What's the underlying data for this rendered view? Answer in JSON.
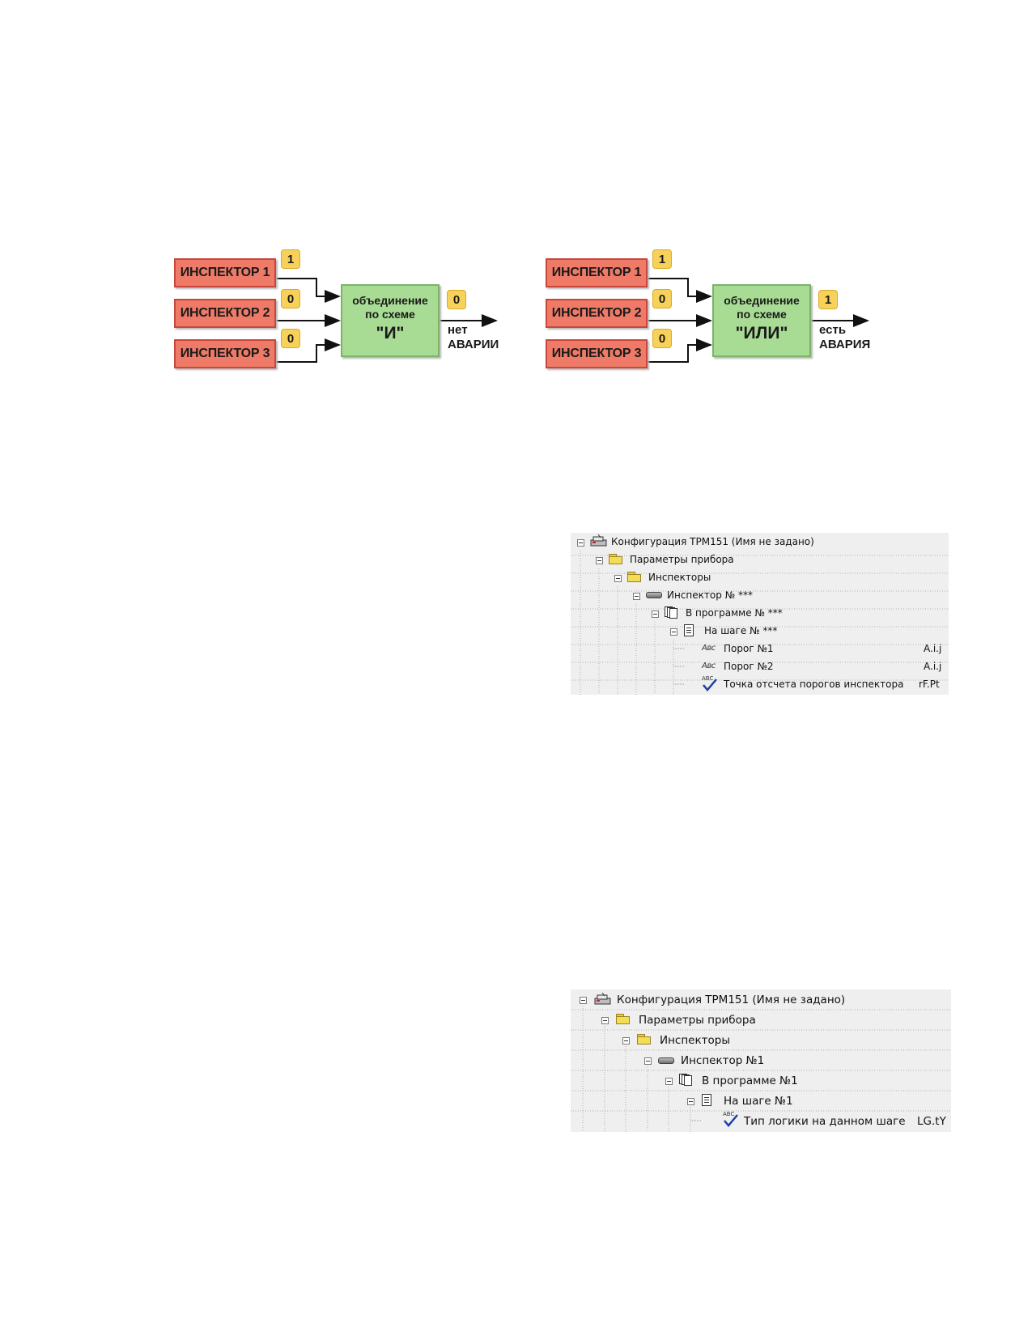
{
  "diagrams": [
    {
      "inspectors": [
        "ИНСПЕКТОР 1",
        "ИНСПЕКТОР 2",
        "ИНСПЕКТОР 3"
      ],
      "input_values": [
        "1",
        "0",
        "0"
      ],
      "combiner_line1": "объединение",
      "combiner_line2": "по схеме",
      "combiner_type": "\"И\"",
      "output_value": "0",
      "result_line1": "нет",
      "result_line2": "АВАРИИ"
    },
    {
      "inspectors": [
        "ИНСПЕКТОР 1",
        "ИНСПЕКТОР 2",
        "ИНСПЕКТОР 3"
      ],
      "input_values": [
        "1",
        "0",
        "0"
      ],
      "combiner_line1": "объединение",
      "combiner_line2": "по схеме",
      "combiner_type": "\"ИЛИ\"",
      "output_value": "1",
      "result_line1": "есть",
      "result_line2": "АВАРИЯ"
    }
  ],
  "tree1": {
    "rows": [
      {
        "icon": "config-icon",
        "label": "Конфигурация ТРМ151 (Имя не задано)",
        "value": ""
      },
      {
        "icon": "folder-icon",
        "label": "Параметры прибора",
        "value": ""
      },
      {
        "icon": "folder-icon",
        "label": "Инспекторы",
        "value": ""
      },
      {
        "icon": "device-icon",
        "label": "Инспектор № ***",
        "value": ""
      },
      {
        "icon": "pages-icon",
        "label": "В программе № ***",
        "value": ""
      },
      {
        "icon": "page-icon",
        "label": "На шаге № ***",
        "value": ""
      },
      {
        "icon": "abc-icon",
        "icon_text": "Авс",
        "label": "Порог №1",
        "value": "A.i.j"
      },
      {
        "icon": "abc-icon",
        "icon_text": "Авс",
        "label": "Порог №2",
        "value": "A.i.j"
      },
      {
        "icon": "abc-check-icon",
        "icon_text": "ABC",
        "label": "Точка отсчета порогов инспектора",
        "value": "rF.Pt"
      }
    ]
  },
  "tree2": {
    "rows": [
      {
        "icon": "config-icon",
        "label": "Конфигурация ТРМ151 (Имя не задано)",
        "value": ""
      },
      {
        "icon": "folder-icon",
        "label": "Параметры прибора",
        "value": ""
      },
      {
        "icon": "folder-icon",
        "label": "Инспекторы",
        "value": ""
      },
      {
        "icon": "device-icon",
        "label": "Инспектор №1",
        "value": ""
      },
      {
        "icon": "pages-icon",
        "label": "В программе №1",
        "value": ""
      },
      {
        "icon": "page-icon",
        "label": "На шаге №1",
        "value": ""
      },
      {
        "icon": "abc-check-icon",
        "icon_text": "ABC",
        "label": "Тип логики на данном шаге",
        "value": "LG.tY"
      }
    ]
  }
}
